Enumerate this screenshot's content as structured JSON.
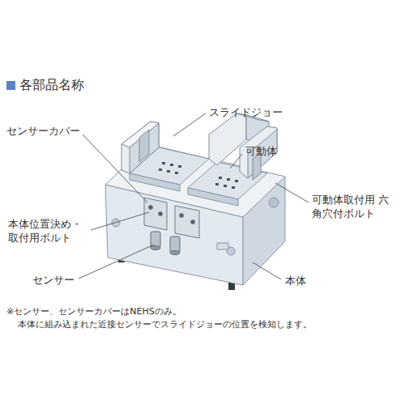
{
  "diagram": {
    "title": "各部品名称",
    "labels": [
      "スライドジョー",
      "センサーカバー",
      "可動体",
      "可動体取付用 六角穴付ボルト",
      "本体位置決め・ 取付用ボルト",
      "センサー",
      "本体",
      "※センサー、センサーカバーはNEHSのみ。",
      "本体に組み込まれた近接センサーでスライドジョーの位置を検知します。"
    ]
  }
}
